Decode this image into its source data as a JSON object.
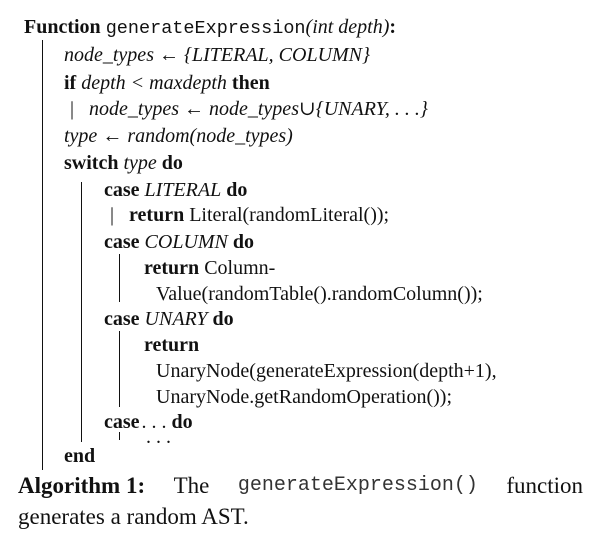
{
  "algorithm": {
    "header": {
      "kw": "Function",
      "name": "generateExpression",
      "params": "(int depth)",
      "colon": ":"
    },
    "l1": {
      "lhs": "node_types",
      "arrow": "←",
      "rhs": "{LITERAL, COLUMN}"
    },
    "l2": {
      "kw_if": "if",
      "cond": "depth < maxdepth",
      "kw_then": "then"
    },
    "l3": {
      "bar": "|",
      "lhs": "node_types",
      "arrow": "←",
      "rhs": "node_types∪{UNARY, . . .}"
    },
    "l4": {
      "lhs": "type",
      "arrow": "←",
      "rhs": "random(node_types)"
    },
    "l5": {
      "kw_switch": "switch",
      "var": "type",
      "kw_do": "do"
    },
    "c1": {
      "kw_case": "case",
      "label": "LITERAL",
      "kw_do": "do",
      "bar": "|",
      "kw_return": "return",
      "expr": "Literal(randomLiteral());"
    },
    "c2": {
      "kw_case": "case",
      "label": "COLUMN",
      "kw_do": "do",
      "kw_return": "return",
      "expr1": "Column-",
      "expr2": "Value(randomTable().randomColumn());"
    },
    "c3": {
      "kw_case": "case",
      "label": "UNARY",
      "kw_do": "do",
      "kw_return": "return",
      "expr1": "UnaryNode(generateExpression(depth+1),",
      "expr2": "UnaryNode.getRandomOperation());"
    },
    "c4": {
      "kw_case": "case",
      "label": ". . .",
      "kw_do": "do",
      "body": ". . ."
    },
    "end": "end"
  },
  "caption": {
    "label": "Algorithm 1:",
    "text_before": "The",
    "code": "generateExpression()",
    "text_after": "function",
    "line2": "generates a random AST."
  }
}
